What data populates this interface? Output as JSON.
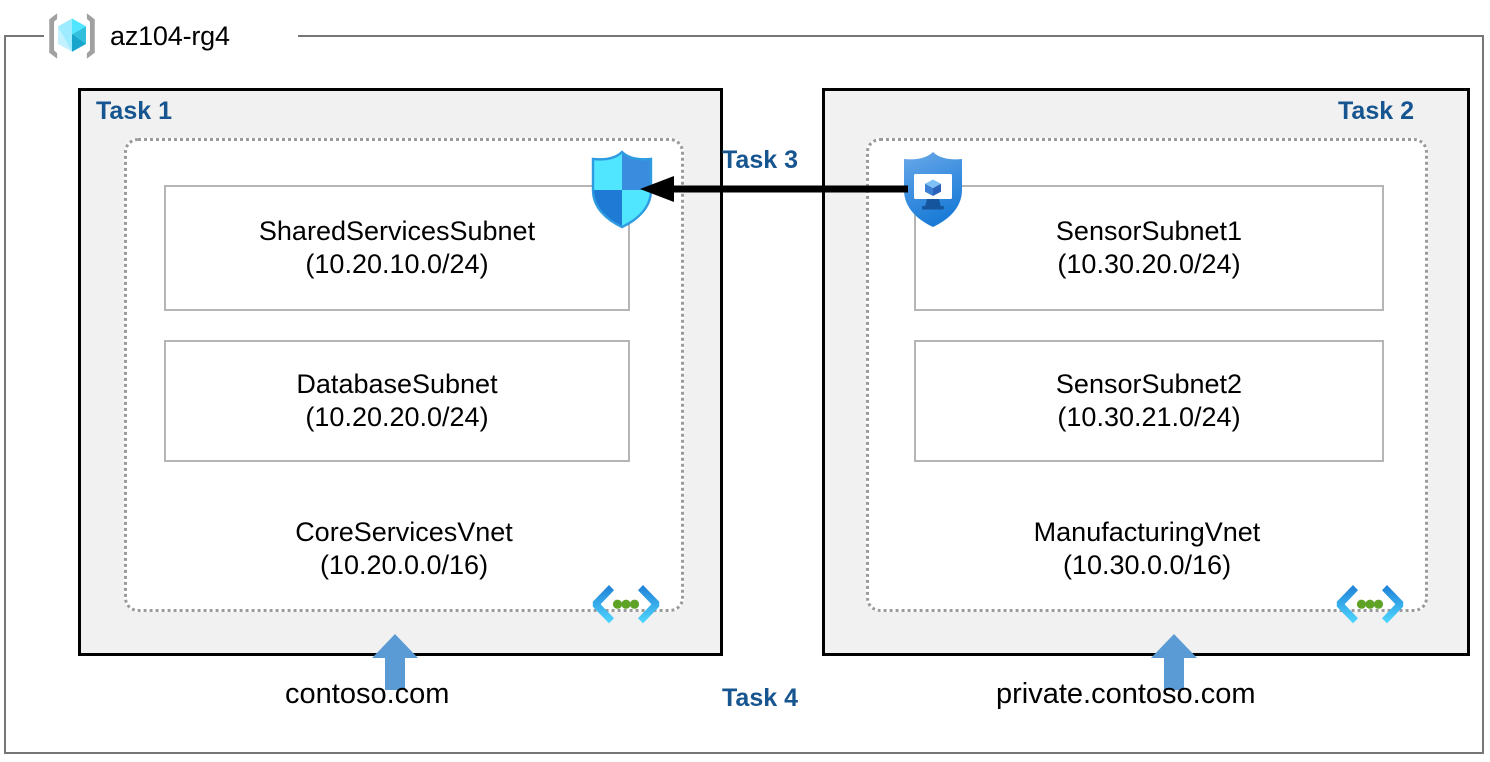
{
  "resource_group": {
    "name": "az104-rg4",
    "icon": "resource-group-cube-icon"
  },
  "tasks": {
    "task1": "Task 1",
    "task2": "Task 2",
    "task3": "Task 3",
    "task4": "Task 4"
  },
  "vnets": [
    {
      "id": "core-services",
      "name": "CoreServicesVnet",
      "cidr": "(10.20.0.0/16)",
      "task_label": "Task 1",
      "icon": "vnet-brackets-icon",
      "subnets": [
        {
          "name": "SharedServicesSubnet",
          "cidr": "(10.20.10.0/24)"
        },
        {
          "name": "DatabaseSubnet",
          "cidr": "(10.20.20.0/24)"
        }
      ],
      "dns_zone": "contoso.com",
      "attached_icon": "firewall-shield-icon"
    },
    {
      "id": "manufacturing",
      "name": "ManufacturingVnet",
      "cidr": "(10.30.0.0/16)",
      "task_label": "Task 2",
      "icon": "vnet-brackets-icon",
      "subnets": [
        {
          "name": "SensorSubnet1",
          "cidr": "(10.30.20.0/24)"
        },
        {
          "name": "SensorSubnet2",
          "cidr": "(10.30.21.0/24)"
        }
      ],
      "dns_zone": "private.contoso.com",
      "attached_icon": "defender-vm-shield-icon"
    }
  ],
  "connection": {
    "label": "Task 3",
    "direction": "right-to-left",
    "description": "peering arrow from ManufacturingVnet to CoreServicesVnet"
  },
  "dns": {
    "label": "Task 4",
    "zones": [
      "contoso.com",
      "private.contoso.com"
    ]
  },
  "colors": {
    "task_label": "#16558F",
    "task_box_fill": "#F1F1F1",
    "task_box_border": "#000000",
    "vnet_border": "#9b9b9b",
    "subnet_border": "#b5b5b5",
    "dns_arrow": "#5B9BD5",
    "rg_boundary": "#767676",
    "icon_cyan": "#50E6FF",
    "icon_blue": "#0078D4",
    "icon_green": "#5EA226"
  }
}
